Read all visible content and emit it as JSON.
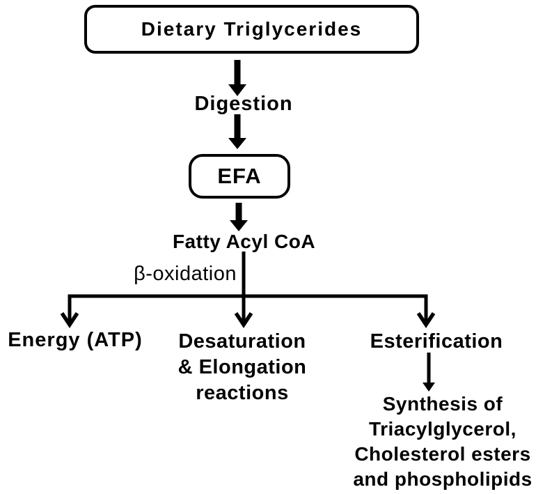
{
  "colors": {
    "background": "#ffffff",
    "stroke": "#000000",
    "text": "#000000"
  },
  "nodes": {
    "dietary_triglycerides": {
      "label": "Dietary Triglycerides",
      "shape": "rounded-box"
    },
    "digestion": {
      "label": "Digestion",
      "role": "arrow-label"
    },
    "efa": {
      "label": "EFA",
      "shape": "rounded-box"
    },
    "fatty_acyl_coa": {
      "label": "Fatty Acyl CoA"
    },
    "beta_oxidation": {
      "label": "β-oxidation",
      "role": "branch-label"
    },
    "energy_atp": {
      "label": "Energy (ATP)"
    },
    "desaturation_elongation": {
      "label": "Desaturation & Elongation reactions",
      "lines": [
        "Desaturation",
        "& Elongation",
        "reactions"
      ]
    },
    "esterification": {
      "label": "Esterification"
    },
    "synthesis": {
      "label": "Synthesis of Triacylglycerol, Cholesterol esters and phospholipids",
      "lines": [
        "Synthesis of",
        "Triacylglycerol,",
        "Cholesterol esters",
        "and phospholipids"
      ]
    }
  },
  "edges": [
    {
      "from": "dietary_triglycerides",
      "to": "efa",
      "label_node": "digestion"
    },
    {
      "from": "efa",
      "to": "fatty_acyl_coa"
    },
    {
      "from": "fatty_acyl_coa",
      "to": "energy_atp",
      "label_node": "beta_oxidation"
    },
    {
      "from": "fatty_acyl_coa",
      "to": "desaturation_elongation",
      "label_node": "beta_oxidation"
    },
    {
      "from": "fatty_acyl_coa",
      "to": "esterification",
      "label_node": "beta_oxidation"
    },
    {
      "from": "esterification",
      "to": "synthesis"
    }
  ]
}
